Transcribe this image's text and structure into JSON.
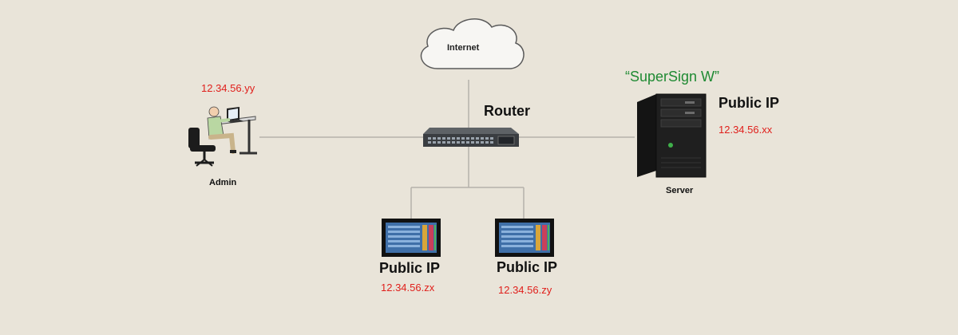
{
  "internet": {
    "label": "Internet"
  },
  "router": {
    "label": "Router"
  },
  "admin": {
    "ip": "12.34.56.yy",
    "label": "Admin"
  },
  "server": {
    "brand": "“SuperSign W”",
    "public_ip_label": "Public IP",
    "ip": "12.34.56.xx",
    "label": "Server"
  },
  "displays": [
    {
      "public_ip_label": "Public IP",
      "ip": "12.34.56.zx"
    },
    {
      "public_ip_label": "Public IP",
      "ip": "12.34.56.zy"
    }
  ],
  "colors": {
    "background": "#e9e4d9",
    "ip_text": "#e0201c",
    "brand_text": "#1f8a33",
    "link_line": "#b5b2ab"
  }
}
